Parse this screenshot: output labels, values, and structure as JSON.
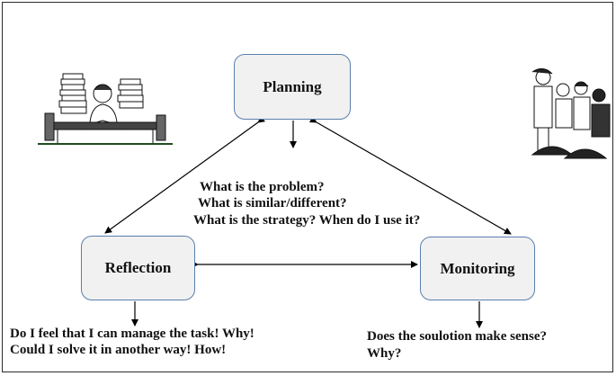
{
  "nodes": {
    "planning": "Planning",
    "reflection": "Reflection",
    "monitoring": "Monitoring"
  },
  "planning_questions": [
    "What is the problem?",
    "What is similar/different?",
    "What is the strategy? When do I use it?"
  ],
  "reflection_questions": [
    "Do I  feel that I can manage the task! Why!",
    "Could I solve it in another way!  How!"
  ],
  "monitoring_questions": [
    "Does the soulotion make sense?",
    "Why?"
  ],
  "illustrations": {
    "left": "student-with-books-icon",
    "right": "group-discussion-icon"
  },
  "colors": {
    "node_fill": "#f1f1f1",
    "node_border": "#5b7fae",
    "arrow": "#000000"
  }
}
